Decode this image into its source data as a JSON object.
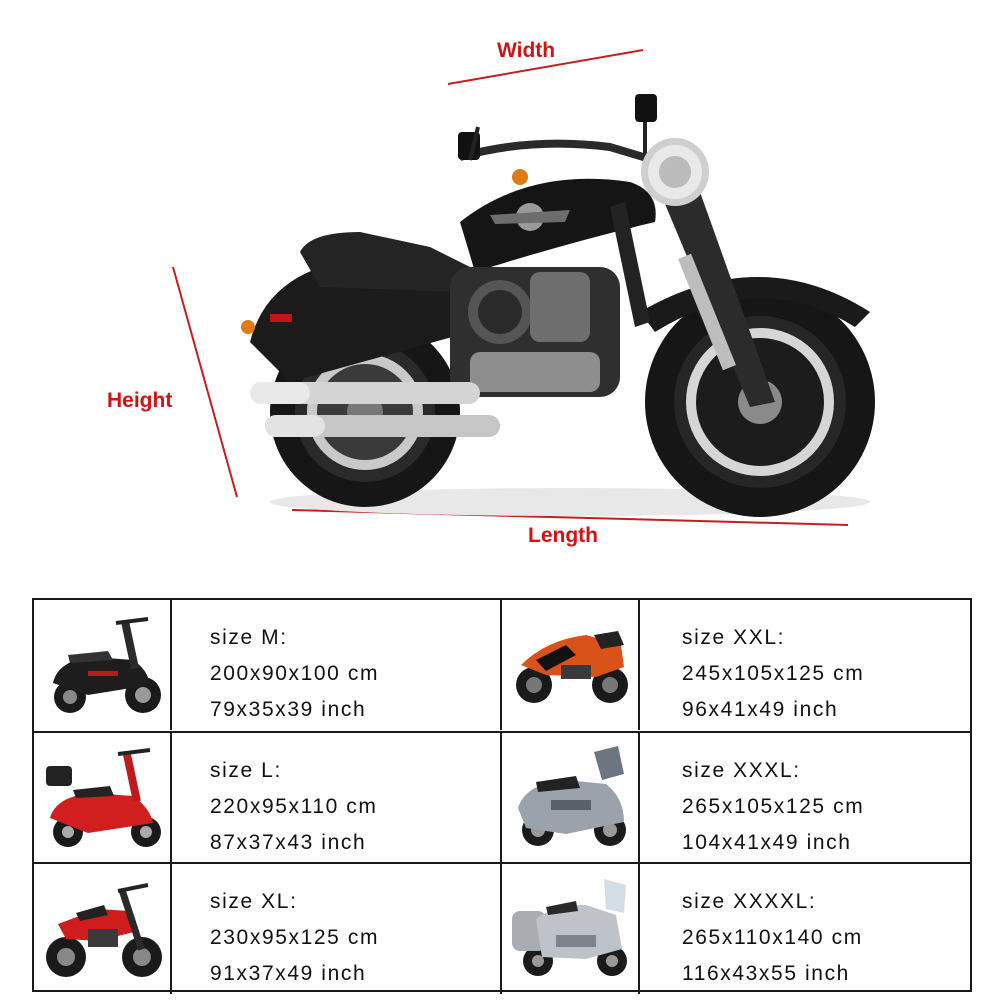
{
  "dimensions": {
    "width_label": "Width",
    "height_label": "Height",
    "length_label": "Length",
    "label_color": "#d01414"
  },
  "hero": {
    "bike_icon": "cruiser-motorcycle-icon"
  },
  "sizes": [
    {
      "size": "size M:",
      "cm": "200x90x100 cm",
      "inch": "79x35x39 inch",
      "icon": "scooter-black-icon"
    },
    {
      "size": "size XXL:",
      "cm": "245x105x125 cm",
      "inch": "96x41x49 inch",
      "icon": "sport-bike-orange-icon"
    },
    {
      "size": "size L:",
      "cm": "220x95x110 cm",
      "inch": "87x37x43 inch",
      "icon": "scooter-red-icon"
    },
    {
      "size": "size XXXL:",
      "cm": "265x105x125 cm",
      "inch": "104x41x49 inch",
      "icon": "maxi-scooter-silver-icon"
    },
    {
      "size": "size XL:",
      "cm": "230x95x125 cm",
      "inch": "91x37x49 inch",
      "icon": "street-bike-red-icon"
    },
    {
      "size": "size XXXXL:",
      "cm": "265x110x140 cm",
      "inch": "116x43x55 inch",
      "icon": "touring-bike-silver-icon"
    }
  ]
}
